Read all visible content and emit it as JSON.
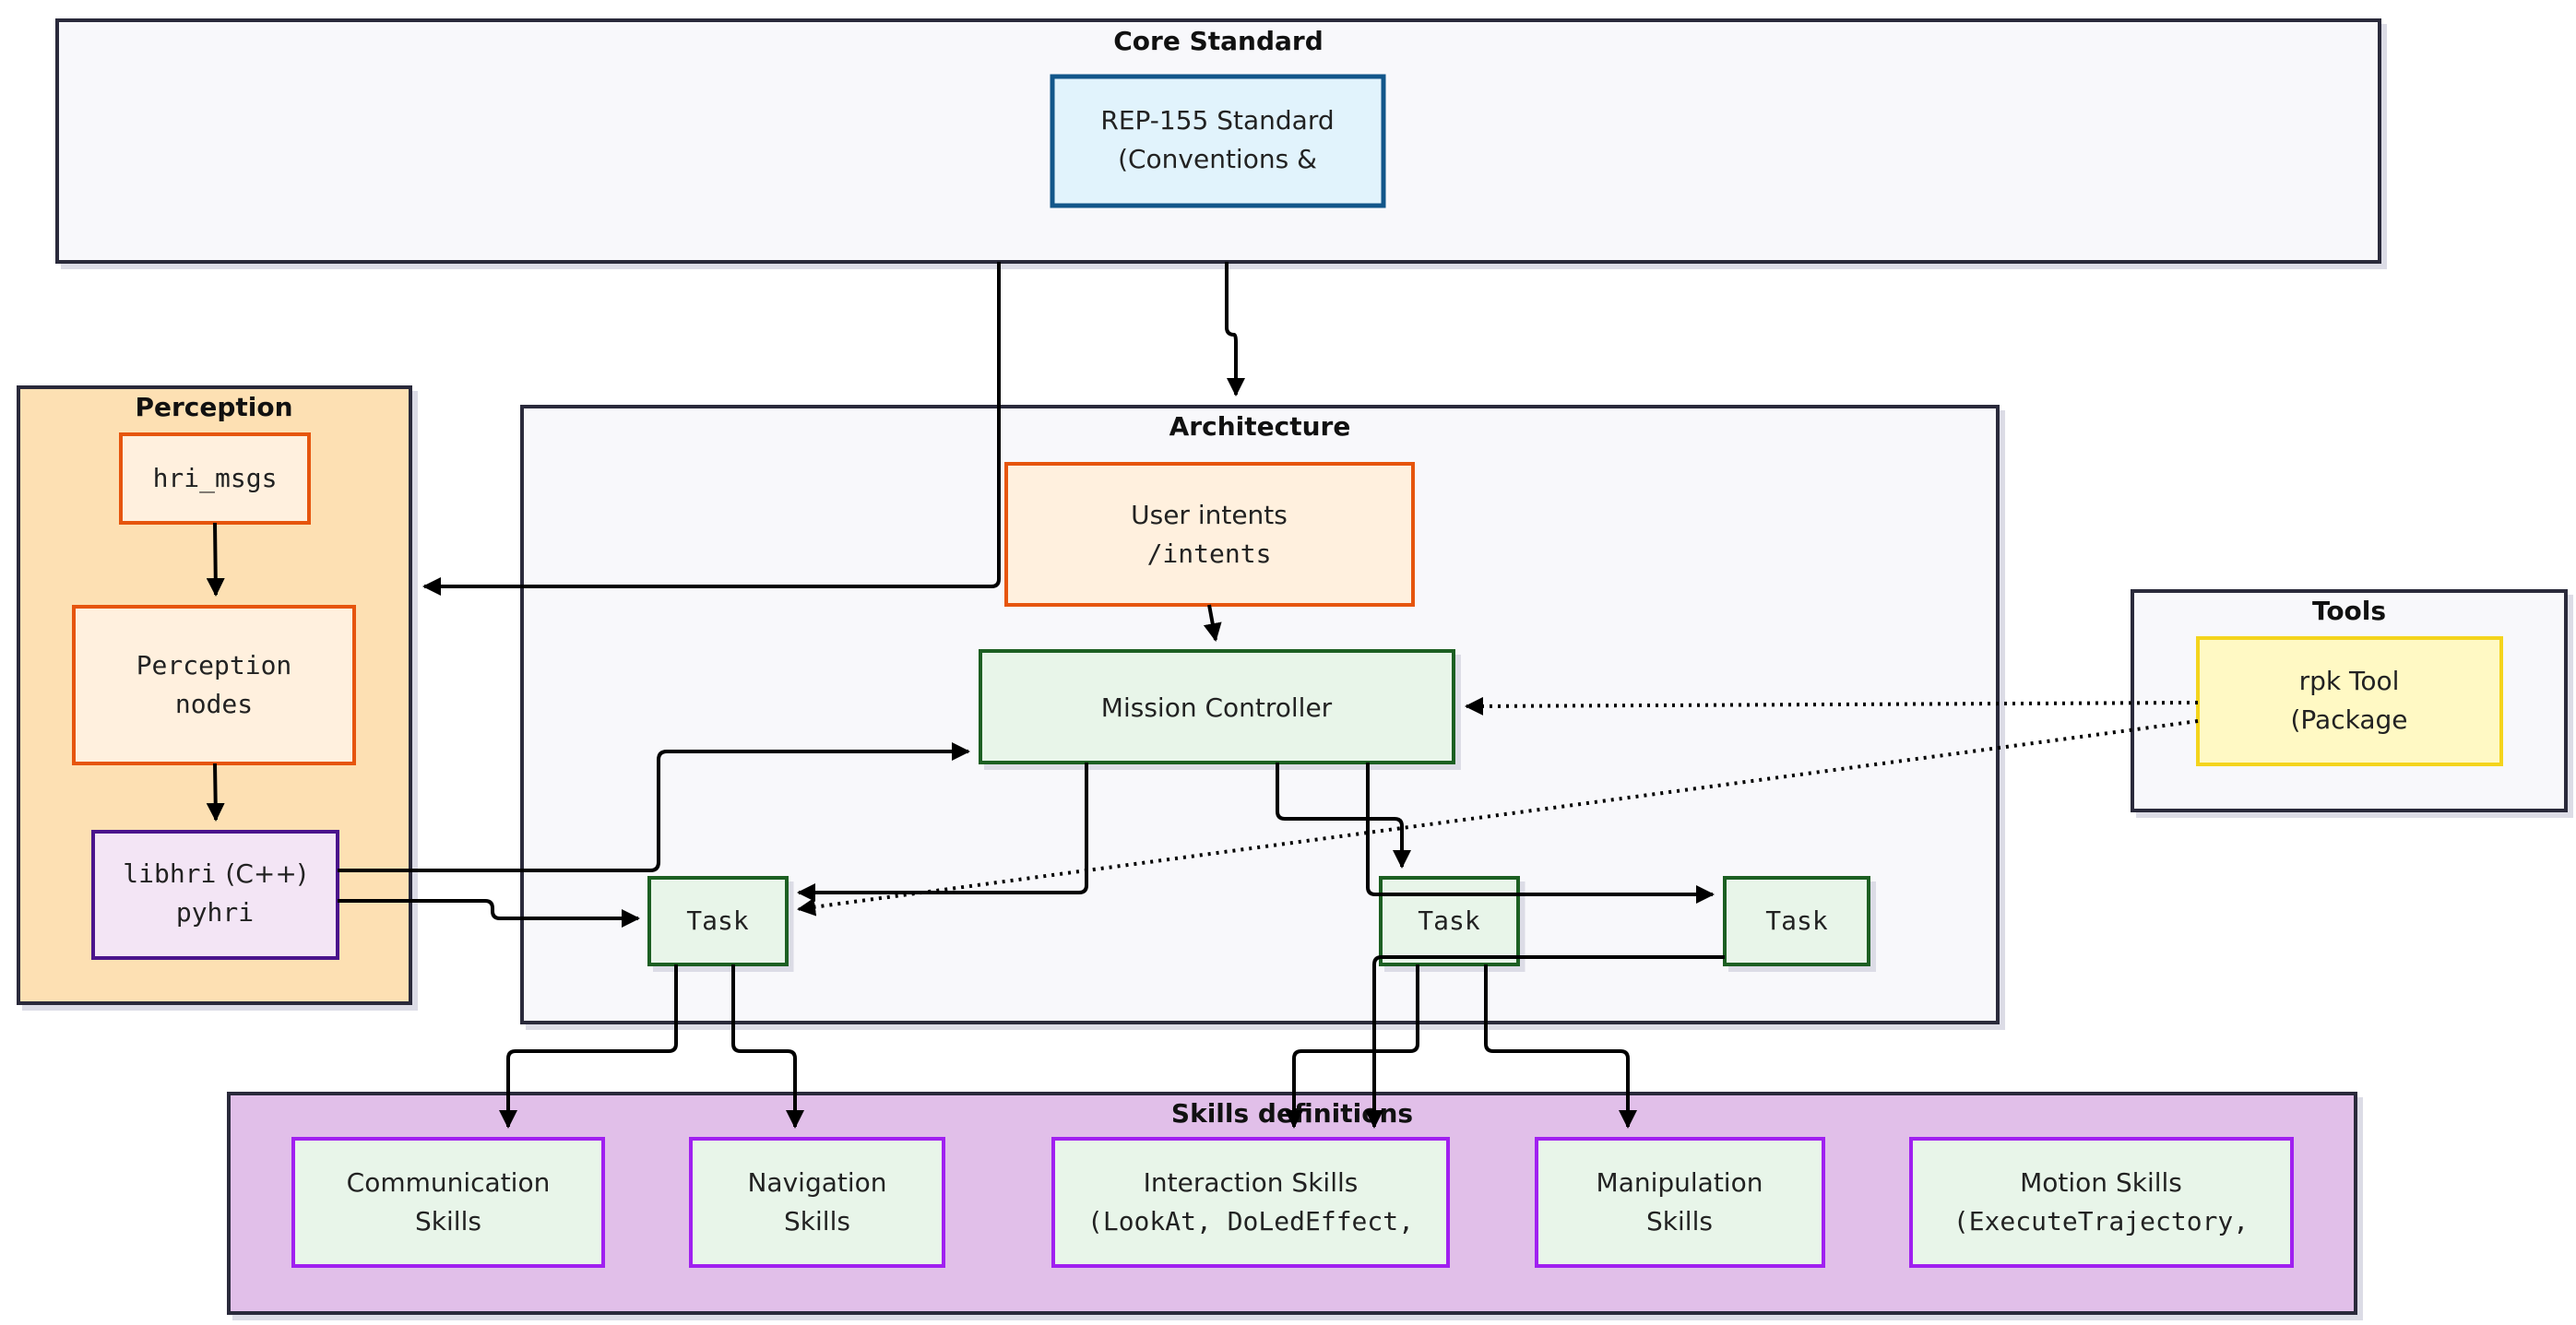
{
  "groups": {
    "core": {
      "title": "Core Standard"
    },
    "perception": {
      "title": "Perception"
    },
    "architecture": {
      "title": "Architecture"
    },
    "tools": {
      "title": "Tools"
    },
    "skills": {
      "title": "Skills definitions"
    }
  },
  "nodes": {
    "rep155": {
      "line1": "REP-155 Standard",
      "line2": "(Conventions &"
    },
    "hri_msgs": {
      "line1": "hri_msgs"
    },
    "perception_nodes": {
      "line1": "Perception",
      "line2": "nodes"
    },
    "libhri": {
      "line1_mono": "libhri",
      "line1_paren": "(C++)",
      "line2": "pyhri"
    },
    "user_intents": {
      "line1": "User intents",
      "line2": "/intents"
    },
    "mission_controller": {
      "line1": "Mission Controller"
    },
    "task1": {
      "line1": "Task"
    },
    "task2": {
      "line1": "Task"
    },
    "task3": {
      "line1": "Task"
    },
    "rpk_tool": {
      "line1": "rpk Tool",
      "line2": "(Package"
    },
    "communication_skills": {
      "line1": "Communication",
      "line2": "Skills"
    },
    "navigation_skills": {
      "line1": "Navigation",
      "line2": "Skills"
    },
    "interaction_skills": {
      "line1": "Interaction Skills",
      "line2": "(LookAt, DoLedEffect,"
    },
    "manipulation_skills": {
      "line1": "Manipulation",
      "line2": "Skills"
    },
    "motion_skills": {
      "line1": "Motion Skills",
      "line2": "(ExecuteTrajectory,"
    }
  },
  "colors": {
    "group_fill": "#f8f8fb",
    "group_stroke": "#2b2b3a",
    "perception_fill": "#fde0b3",
    "skills_fill": "#e1bfe9",
    "rep_fill": "#e1f3fc",
    "rep_stroke": "#12568a",
    "orange_fill": "#fff0de",
    "orange_stroke": "#e6550d",
    "green_fill": "#e8f5e9",
    "green_stroke": "#1b5e20",
    "purple_fill": "#f3e5f5",
    "purple_stroke": "#4a148c",
    "yellow_fill": "#fff9c4",
    "yellow_stroke": "#f4d41c",
    "skill_stroke": "#a020f0"
  }
}
